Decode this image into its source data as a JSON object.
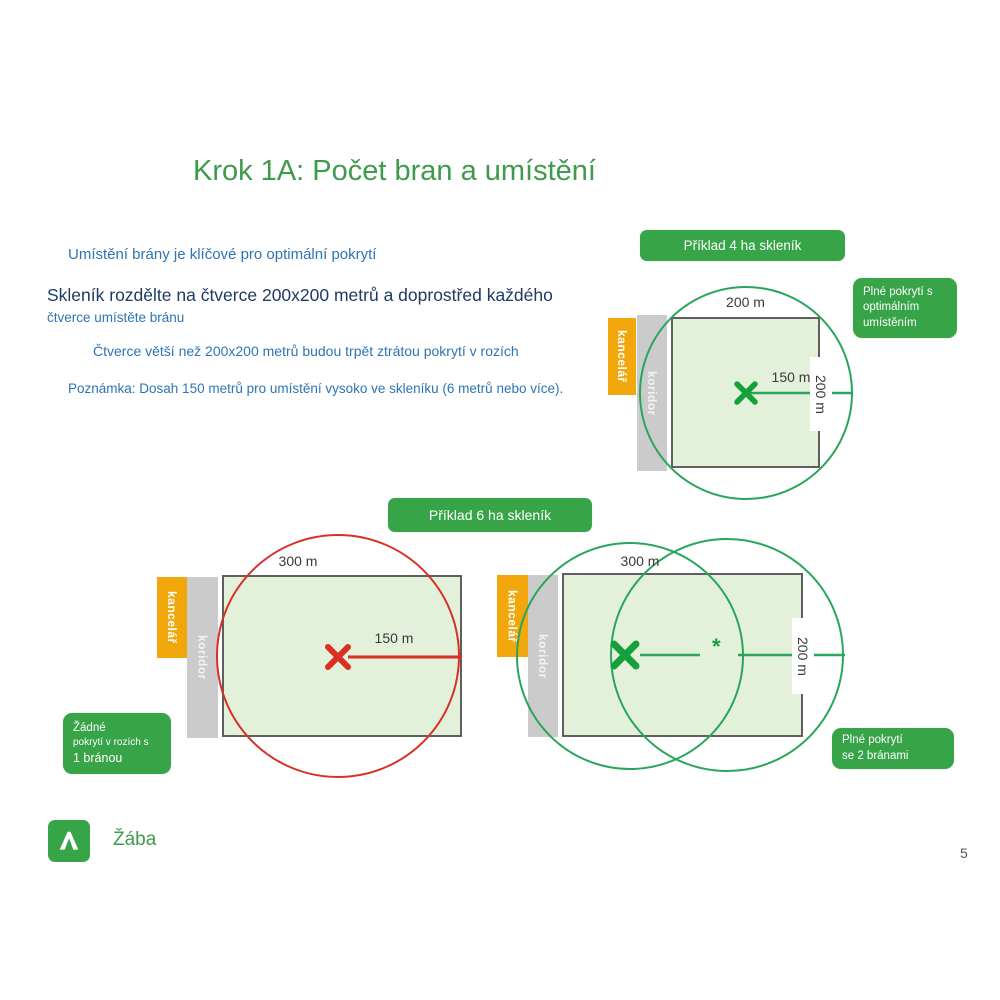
{
  "colors": {
    "title-green": "#3f9b4c",
    "badge-green": "#36a447",
    "circle-green": "#2aa55c",
    "mark-green": "#16a03c",
    "red": "#d93025",
    "blue": "#2e74b5",
    "navy": "#1f3a63",
    "square-fill": "#e4f1da",
    "square-border": "#5f5f5f",
    "office-orange": "#f2a70d",
    "corridor-gray": "#cbcbcb",
    "label-gray": "#3a3a3a"
  },
  "title": "Krok 1A: Počet bran a umístění",
  "intro": {
    "line1": "Umístění brány je klíčové pro optimální pokrytí",
    "line2a": "Skleník rozdělte na čtverce 200x200 metrů a doprostřed každého",
    "line2b": "čtverce umístěte bránu",
    "line3": "Čtverce větší než 200x200 metrů budou trpět ztrátou pokrytí v rozích",
    "line4": "Poznámka: Dosah 150 metrů pro umístění vysoko ve skleníku (6 metrů nebo více)."
  },
  "diagram4ha": {
    "badge": "Příklad 4 ha skleník",
    "width_label": "200 m",
    "height_label": "200 m",
    "radius_label": "150 m",
    "office_label": "kancelář",
    "corridor_label": "koridor",
    "note_lines": [
      "Plné pokrytí s",
      "optimálním",
      "umístěním"
    ]
  },
  "diagram6ha": {
    "badge": "Příklad 6 ha skleník",
    "left": {
      "width_label": "300 m",
      "radius_label": "150 m",
      "office_label": "kancelář",
      "corridor_label": "koridor",
      "note_lines": [
        "Žádné",
        "pokrytí v rozích s",
        "1 bránou"
      ]
    },
    "right": {
      "width_label": "300 m",
      "height_label": "200 m",
      "office_label": "kancelář",
      "corridor_label": "koridor",
      "second_gate_marker": "*",
      "note_lines": [
        "Plné pokrytí",
        "se 2 bránami"
      ]
    }
  },
  "footer": {
    "logo_text": "Žába",
    "page_number": "5"
  }
}
